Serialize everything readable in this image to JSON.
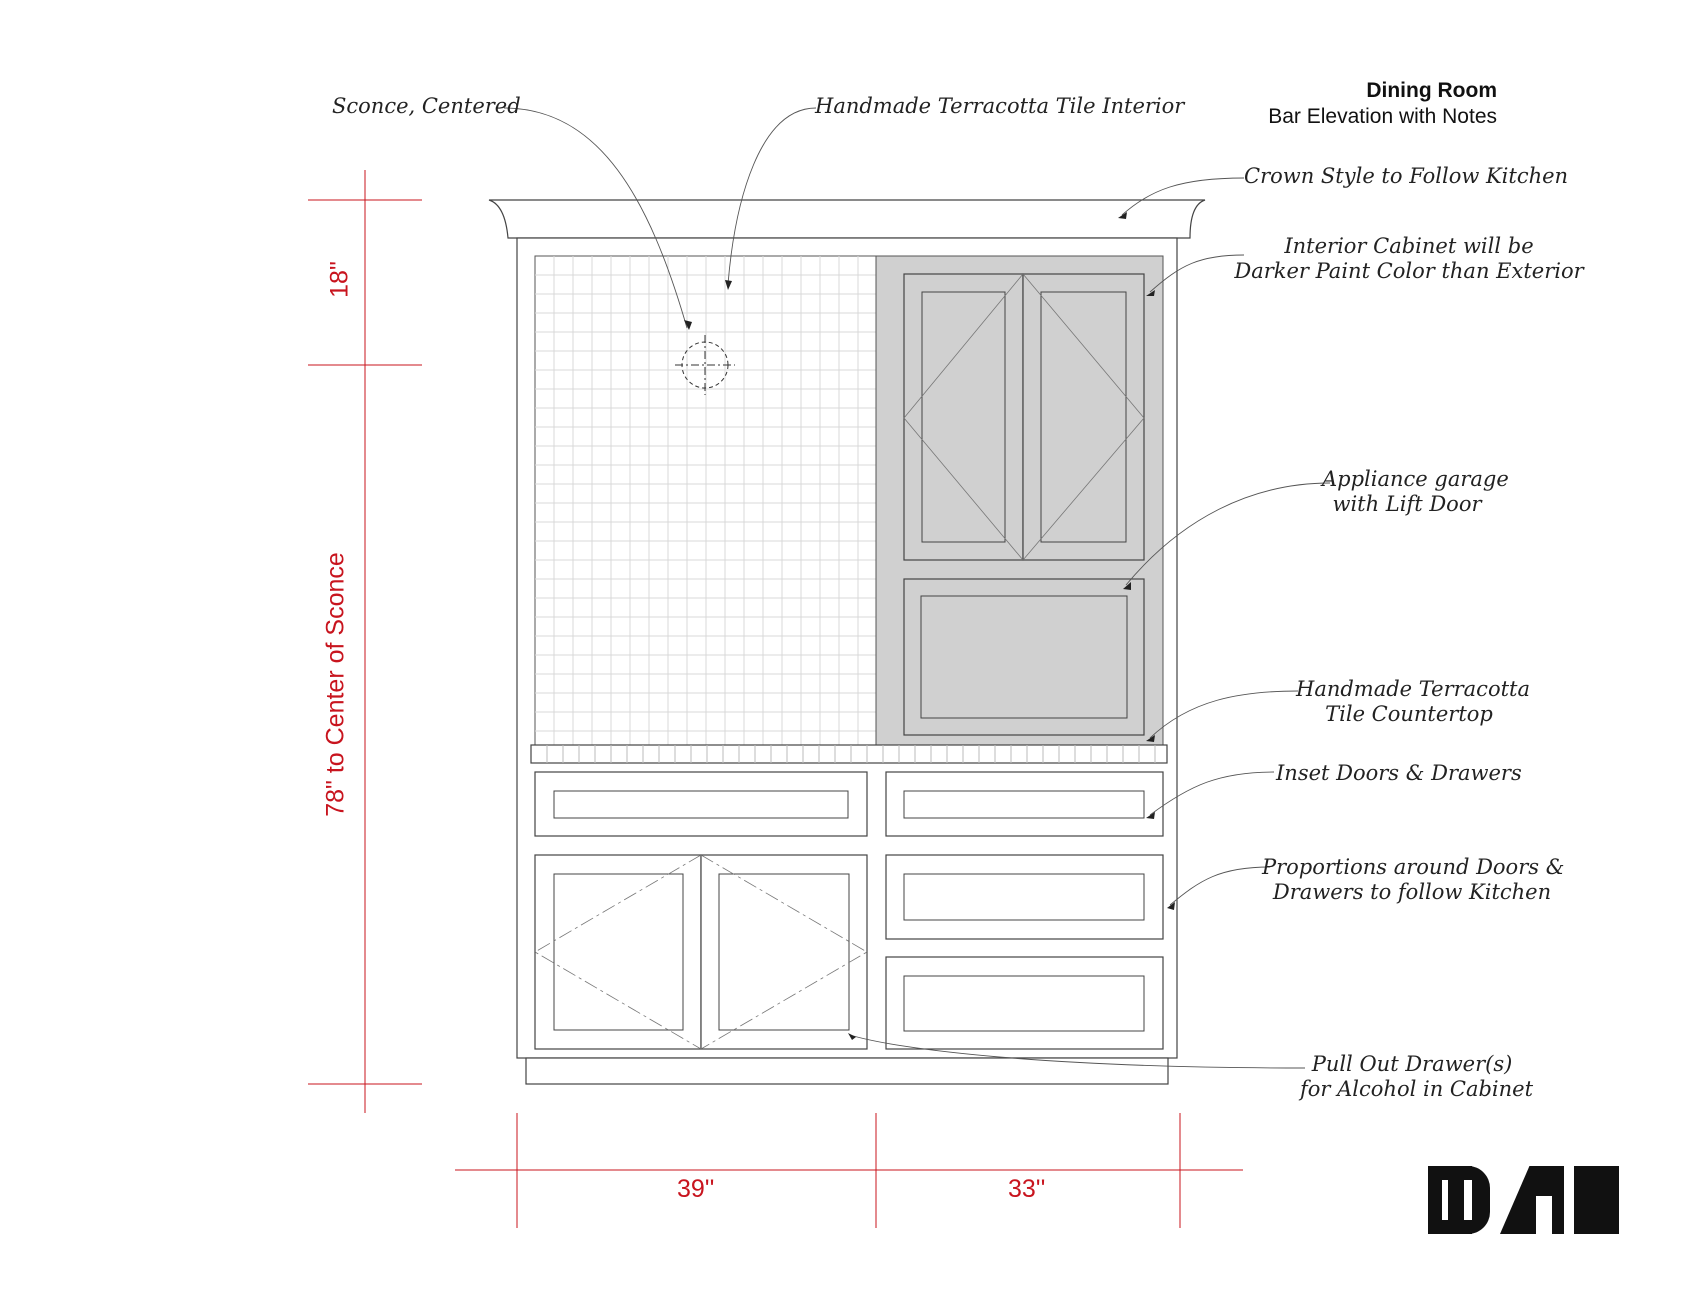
{
  "title": {
    "main": "Dining Room",
    "sub": "Bar Elevation with Notes"
  },
  "notes": {
    "sconce": "Sconce, Centered",
    "tile_interior": "Handmade Terracotta Tile Interior",
    "crown": "Crown Style to Follow Kitchen",
    "interior_cabinet": [
      "Interior Cabinet will be",
      "Darker Paint Color than Exterior"
    ],
    "appliance_garage": [
      "Appliance garage",
      "with Lift Door"
    ],
    "countertop": [
      "Handmade Terracotta",
      "Tile Countertop"
    ],
    "inset": "Inset Doors & Drawers",
    "proportions": [
      "Proportions around Doors &",
      "Drawers to follow Kitchen"
    ],
    "pull_out": [
      "Pull Out Drawer(s)",
      "for Alcohol in Cabinet"
    ]
  },
  "dimensions": {
    "upper_height": "18\"",
    "sconce_height": "78\" to Center of Sconce",
    "left_width": "39''",
    "right_width": "33''"
  },
  "colors": {
    "dimension": "#c8141e",
    "line": "#444444",
    "tile_grid": "#d8d8d8",
    "interior_cabinet": "#d0d0d0",
    "logo": "#111111"
  },
  "logo": {
    "text": "DAI"
  }
}
